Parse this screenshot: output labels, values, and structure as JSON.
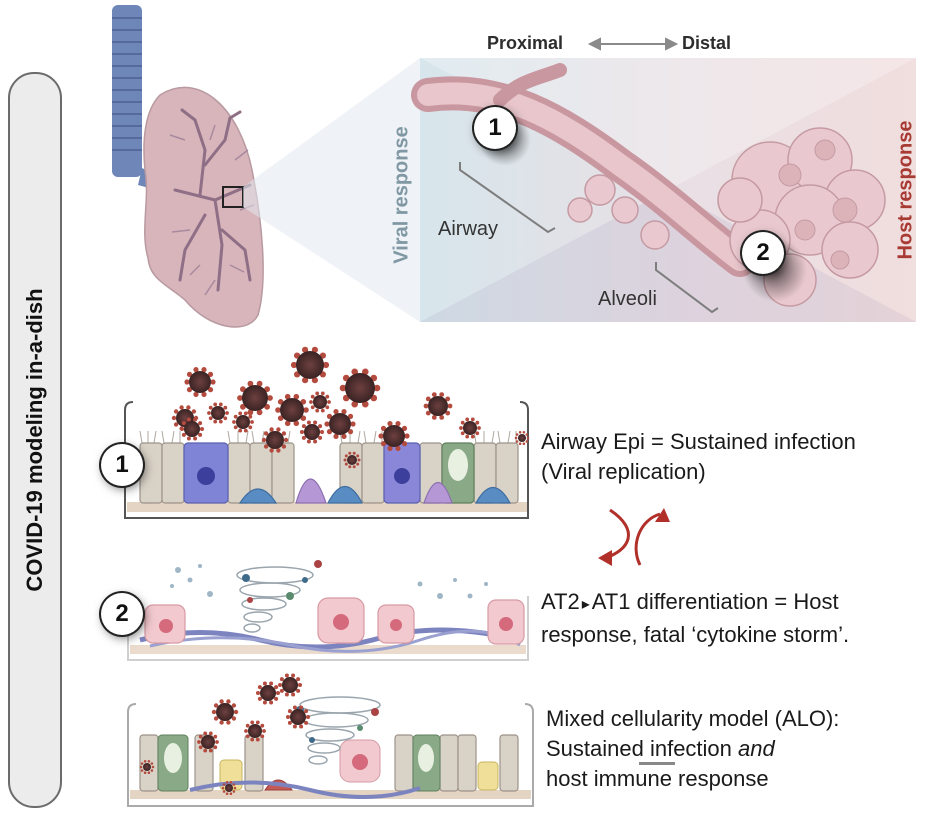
{
  "side_title": "COVID-19 modeling in-a-dish",
  "axis": {
    "proximal": "Proximal",
    "arrow": "←—→",
    "distal": "Distal"
  },
  "side_labels": {
    "viral_response": "Viral response",
    "host_response": "Host response"
  },
  "region_labels": {
    "airway": "Airway",
    "alveoli": "Alveoli"
  },
  "badges": {
    "one": "1",
    "two": "2"
  },
  "panels": [
    {
      "badge": "1",
      "line1": "Airway Epi = Sustained infection",
      "line2": "(Viral replication)"
    },
    {
      "badge": "2",
      "line1_a": "AT2",
      "arrow": "▸",
      "line1_b": "AT1 differentiation = Host",
      "line2": "response, fatal ‘cytokine storm’."
    },
    {
      "line1": "Mixed cellularity model (ALO):",
      "line2_a": "Sustained infection ",
      "line2_em": "and",
      "line3": "host immune response"
    }
  ],
  "colors": {
    "viral": "#7f98a3",
    "host": "#a83a34",
    "cycle_arrow": "#b1302a",
    "lung": "#d8b4bb",
    "trachea": "#6f86b8"
  },
  "icons": [
    "lung-icon",
    "virus-icon",
    "cycle-arrows-icon",
    "cytokine-storm-icon"
  ]
}
